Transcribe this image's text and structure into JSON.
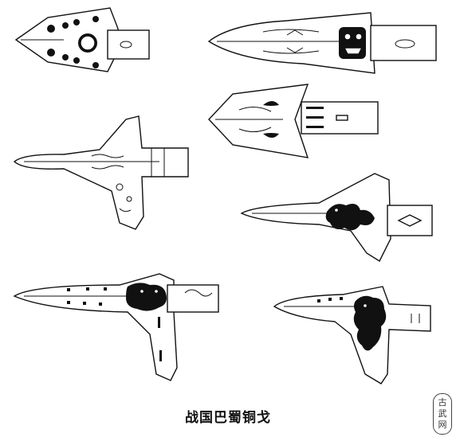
{
  "caption": "战国巴蜀铜戈",
  "seal": {
    "chars": [
      "古",
      "武",
      "网"
    ]
  },
  "artifacts": [
    {
      "kind": "ge-blade-with-circular-holes",
      "icon": "bronze-dagger-axe-icon"
    },
    {
      "kind": "ge-blade-with-mask-decoration",
      "icon": "bronze-dagger-axe-icon"
    },
    {
      "kind": "ge-blade-trapezoid-with-slots",
      "icon": "bronze-dagger-axe-icon"
    },
    {
      "kind": "ge-blade-long-hu-with-tiger",
      "icon": "bronze-dagger-axe-icon"
    },
    {
      "kind": "ge-blade-with-dragon-beast",
      "icon": "bronze-dagger-axe-icon"
    },
    {
      "kind": "ge-blade-with-inscription",
      "icon": "bronze-dagger-axe-icon"
    },
    {
      "kind": "ge-blade-with-beast-motif",
      "icon": "bronze-dagger-axe-icon"
    }
  ],
  "colors": {
    "ink": "#111111",
    "paper": "#ffffff"
  }
}
